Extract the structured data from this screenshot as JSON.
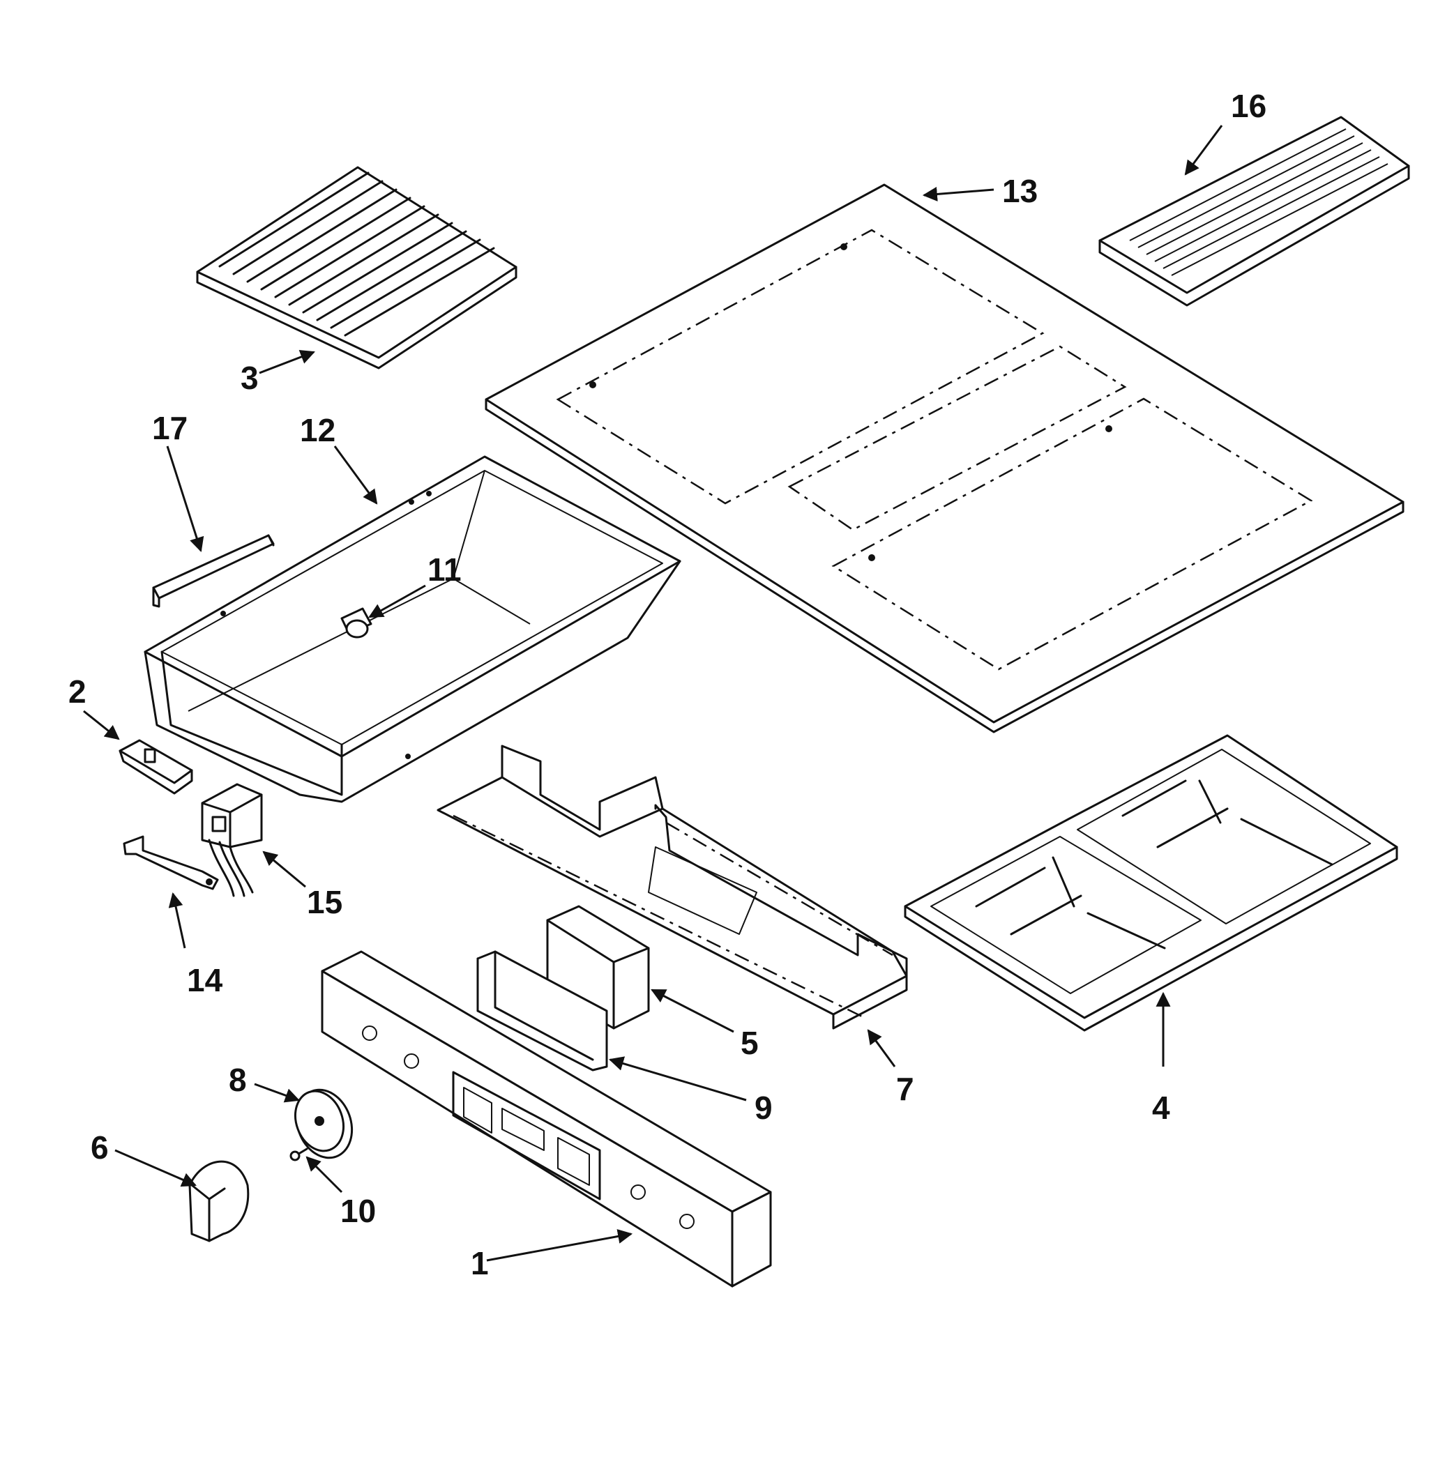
{
  "callouts": [
    {
      "id": "callout-1",
      "label": "1"
    },
    {
      "id": "callout-2",
      "label": "2"
    },
    {
      "id": "callout-3",
      "label": "3"
    },
    {
      "id": "callout-4",
      "label": "4"
    },
    {
      "id": "callout-5",
      "label": "5"
    },
    {
      "id": "callout-6",
      "label": "6"
    },
    {
      "id": "callout-7",
      "label": "7"
    },
    {
      "id": "callout-8",
      "label": "8"
    },
    {
      "id": "callout-9",
      "label": "9"
    },
    {
      "id": "callout-10",
      "label": "10"
    },
    {
      "id": "callout-11",
      "label": "11"
    },
    {
      "id": "callout-12",
      "label": "12"
    },
    {
      "id": "callout-13",
      "label": "13"
    },
    {
      "id": "callout-14",
      "label": "14"
    },
    {
      "id": "callout-15",
      "label": "15"
    },
    {
      "id": "callout-16",
      "label": "16"
    },
    {
      "id": "callout-17",
      "label": "17"
    }
  ],
  "colors": {
    "line": "#111111",
    "background": "#ffffff"
  }
}
